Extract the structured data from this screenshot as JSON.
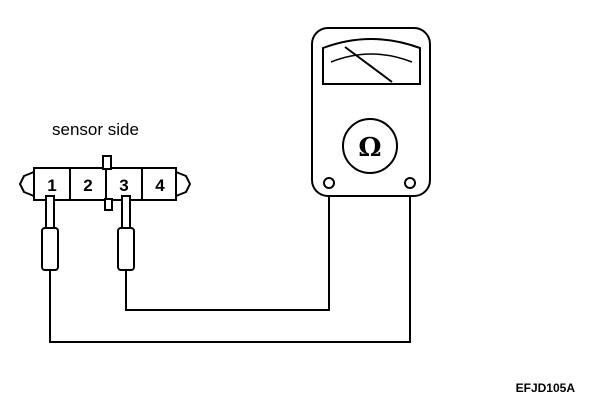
{
  "connector": {
    "label": "sensor side",
    "pins": [
      "1",
      "2",
      "3",
      "4"
    ]
  },
  "meter": {
    "symbol": "Ω"
  },
  "figure_code": "EFJD105A",
  "colors": {
    "line": "#000000",
    "background": "#ffffff"
  }
}
